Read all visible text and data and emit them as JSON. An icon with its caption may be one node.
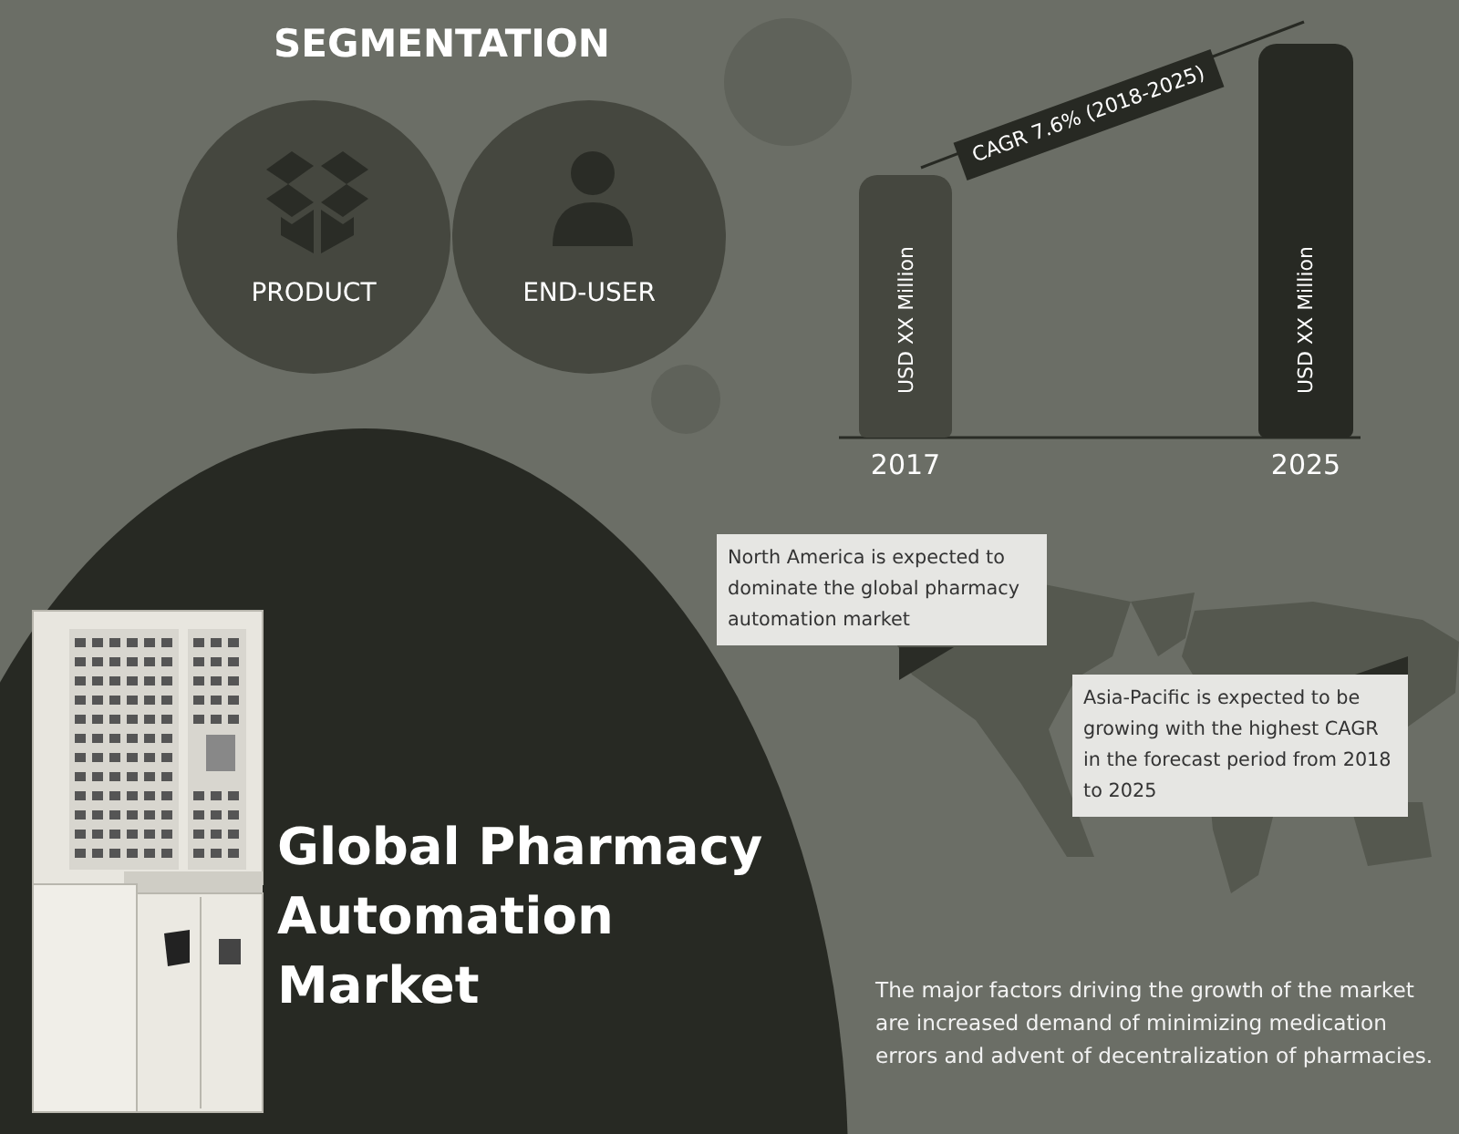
{
  "diagram": {
    "title": "Global Pharmacy Automation Market",
    "nodes": [
      {
        "text": [
          "PRODUCT"
        ]
      },
      {
        "text": [
          "END-USER"
        ]
      },
      {
        "text": [
          "USD XX Million"
        ],
        "beside": [
          "2017"
        ]
      },
      {
        "text": [
          "USD XX Million"
        ],
        "beside": [
          "2025"
        ]
      },
      {
        "text": [
          "CAGR 7.6% (2018-2025)"
        ]
      },
      {
        "text": [
          "North America is expected to dominate the global pharmacy automation market"
        ]
      },
      {
        "text": [
          "Asia-Pacific is expected to be growing with the highest CAGR in the forecast period from 2018 to 2025"
        ]
      }
    ],
    "labels": [
      "SEGMENTATION",
      "The major factors driving the growth of the market are increased demand of minimizing medication errors and advent of decentralization of pharmacies."
    ]
  }
}
